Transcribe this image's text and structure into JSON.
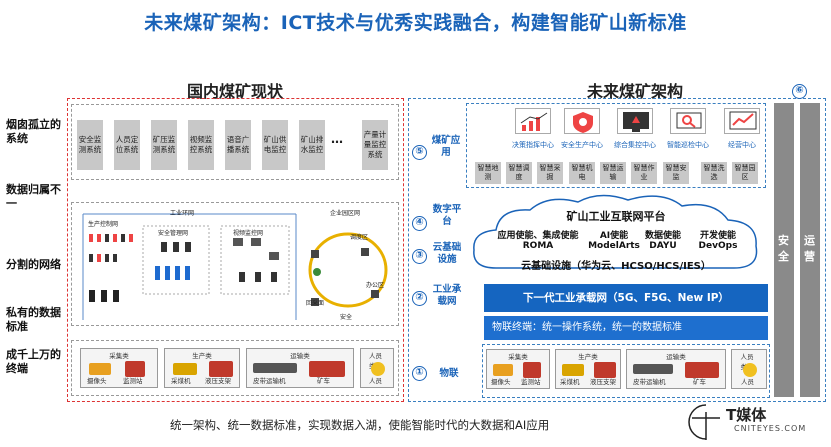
{
  "title": "未来煤矿架构：ICT技术与优秀实践融合，构建智能矿山新标准",
  "left": {
    "heading": "国内煤矿现状",
    "labels": [
      "烟囱孤立的系统",
      "数据归属不一",
      "分割的网络",
      "私有的数据标准",
      "成千上万的终端"
    ],
    "systems": [
      "安全监测系统",
      "人员定位系统",
      "矿压监测系统",
      "视频监控系统",
      "语音广播系统",
      "矿山供电监控",
      "矿山排水监控",
      "…",
      "产量计量监控系统"
    ],
    "network": {
      "industrial_ring": "工业环网",
      "office_ring": "企业园区网",
      "production_net": "生产控制网",
      "safety_net": "安全管理网",
      "video_net": "视频监控网",
      "dispatch": "调度区",
      "office_area": "办公区",
      "security": "安全",
      "mining_face": "回采面"
    },
    "terminals": [
      {
        "tag": "采集类",
        "items": [
          "摄像头",
          "监测站"
        ]
      },
      {
        "tag": "生产类",
        "items": [
          "采煤机",
          "液压支架"
        ]
      },
      {
        "tag": "运输类",
        "items": [
          "皮带运输机",
          "矿车"
        ]
      },
      {
        "tag": "人员类",
        "items": [
          "人员"
        ]
      }
    ]
  },
  "right": {
    "heading": "未来煤矿架构",
    "layers": [
      {
        "num": "⑤",
        "label": "煤矿应用"
      },
      {
        "num": "④",
        "label": "数字平台"
      },
      {
        "num": "③",
        "label": "云基础设施"
      },
      {
        "num": "②",
        "label": "工业承载网"
      },
      {
        "num": "①",
        "label": "物联"
      },
      {
        "num": "⑥",
        "label": ""
      }
    ],
    "apps": [
      "决策指挥中心",
      "安全生产中心",
      "综合集控中心",
      "智能巡检中心",
      "经营中心"
    ],
    "smart": [
      "智慧地测",
      "智慧调度",
      "智慧采掘",
      "智慧机电",
      "智慧运输",
      "智慧作业",
      "智慧安监",
      "智慧洗选",
      "智慧园区"
    ],
    "platform": {
      "title": "矿山工业互联网平台",
      "enablers": [
        {
          "name": "应用使能、集成使能",
          "sub": "ROMA"
        },
        {
          "name": "AI使能",
          "sub": "ModelArts"
        },
        {
          "name": "数据使能",
          "sub": "DAYU"
        },
        {
          "name": "开发使能",
          "sub": "DevOps"
        }
      ],
      "cloud_infra": "云基础设施（华为云、HCSO/HCS/IES）"
    },
    "network_bar": "下一代工业承载网（5G、F5G、New IP）",
    "iot_bar": "物联终端：统一操作系统，统一的数据标准",
    "terminals": [
      {
        "tag": "采集类",
        "items": [
          "摄像头",
          "监测站"
        ]
      },
      {
        "tag": "生产类",
        "items": [
          "采煤机",
          "液压支架"
        ]
      },
      {
        "tag": "运输类",
        "items": [
          "皮带运输机",
          "矿车"
        ]
      },
      {
        "tag": "人员类",
        "items": [
          "人员"
        ]
      }
    ],
    "side": [
      "安全",
      "运营"
    ]
  },
  "footer": "统一架构、统一数据标准，实现数据入湖，使能智能时代的大数据和AI应用",
  "logo": {
    "name": "T媒体",
    "sub": "CNITEYES.COM"
  }
}
